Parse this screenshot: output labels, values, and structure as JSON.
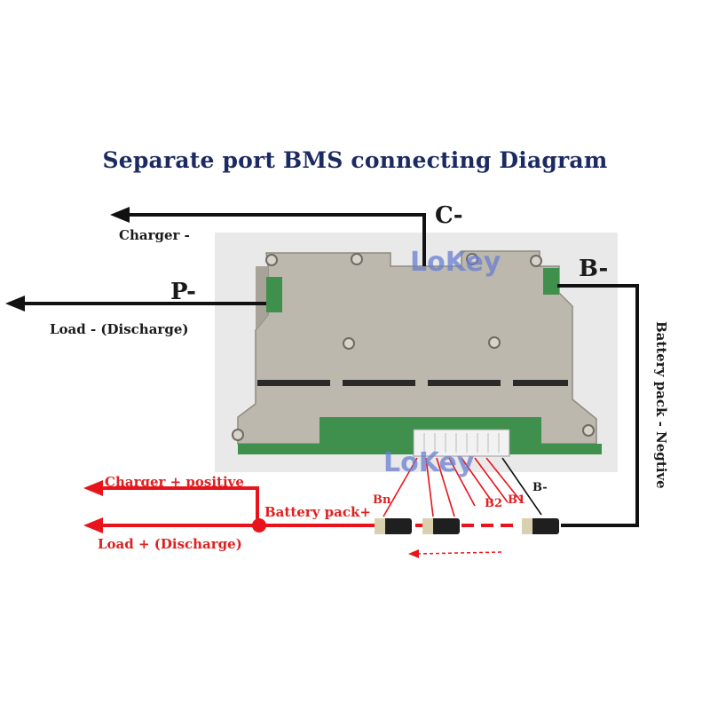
{
  "title": "Separate port BMS connecting Diagram",
  "watermark": "LoKey",
  "terminals": {
    "c_minus": "C-",
    "p_minus": "P-",
    "b_minus": "B-",
    "b_minus_small": "B-"
  },
  "labels": {
    "charger_negative": "Charger -",
    "load_negative": "Load - (Discharge)",
    "battery_negative": "Battery pack - Negtive",
    "charger_positive": "Charger + positive",
    "load_positive": "Load + (Discharge)",
    "battery_positive": "Battery pack+",
    "bn": "Bn",
    "b2": "B2",
    "b1": "B1"
  },
  "colors": {
    "black_wire": "#111111",
    "red_wire": "#e8141b",
    "title": "#1b2a63",
    "watermark": "#6a7fd1"
  }
}
